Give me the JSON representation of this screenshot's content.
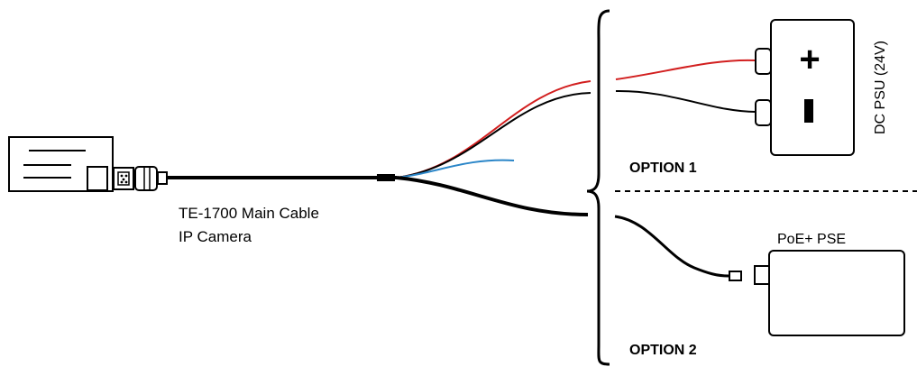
{
  "cable": {
    "name": "TE-1700 Main Cable",
    "subtitle": "IP Camera"
  },
  "options": {
    "option1_label": "OPTION 1",
    "option2_label": "OPTION 2"
  },
  "dc_psu": {
    "label": "DC PSU (24V)",
    "plus_symbol": "+",
    "minus_symbol": "−"
  },
  "poe": {
    "label": "PoE+ PSE"
  },
  "colors": {
    "line": "#000000",
    "red_wire": "#d21f1f",
    "blue_wire": "#2b86c8",
    "dashed_divider": "#000000"
  }
}
